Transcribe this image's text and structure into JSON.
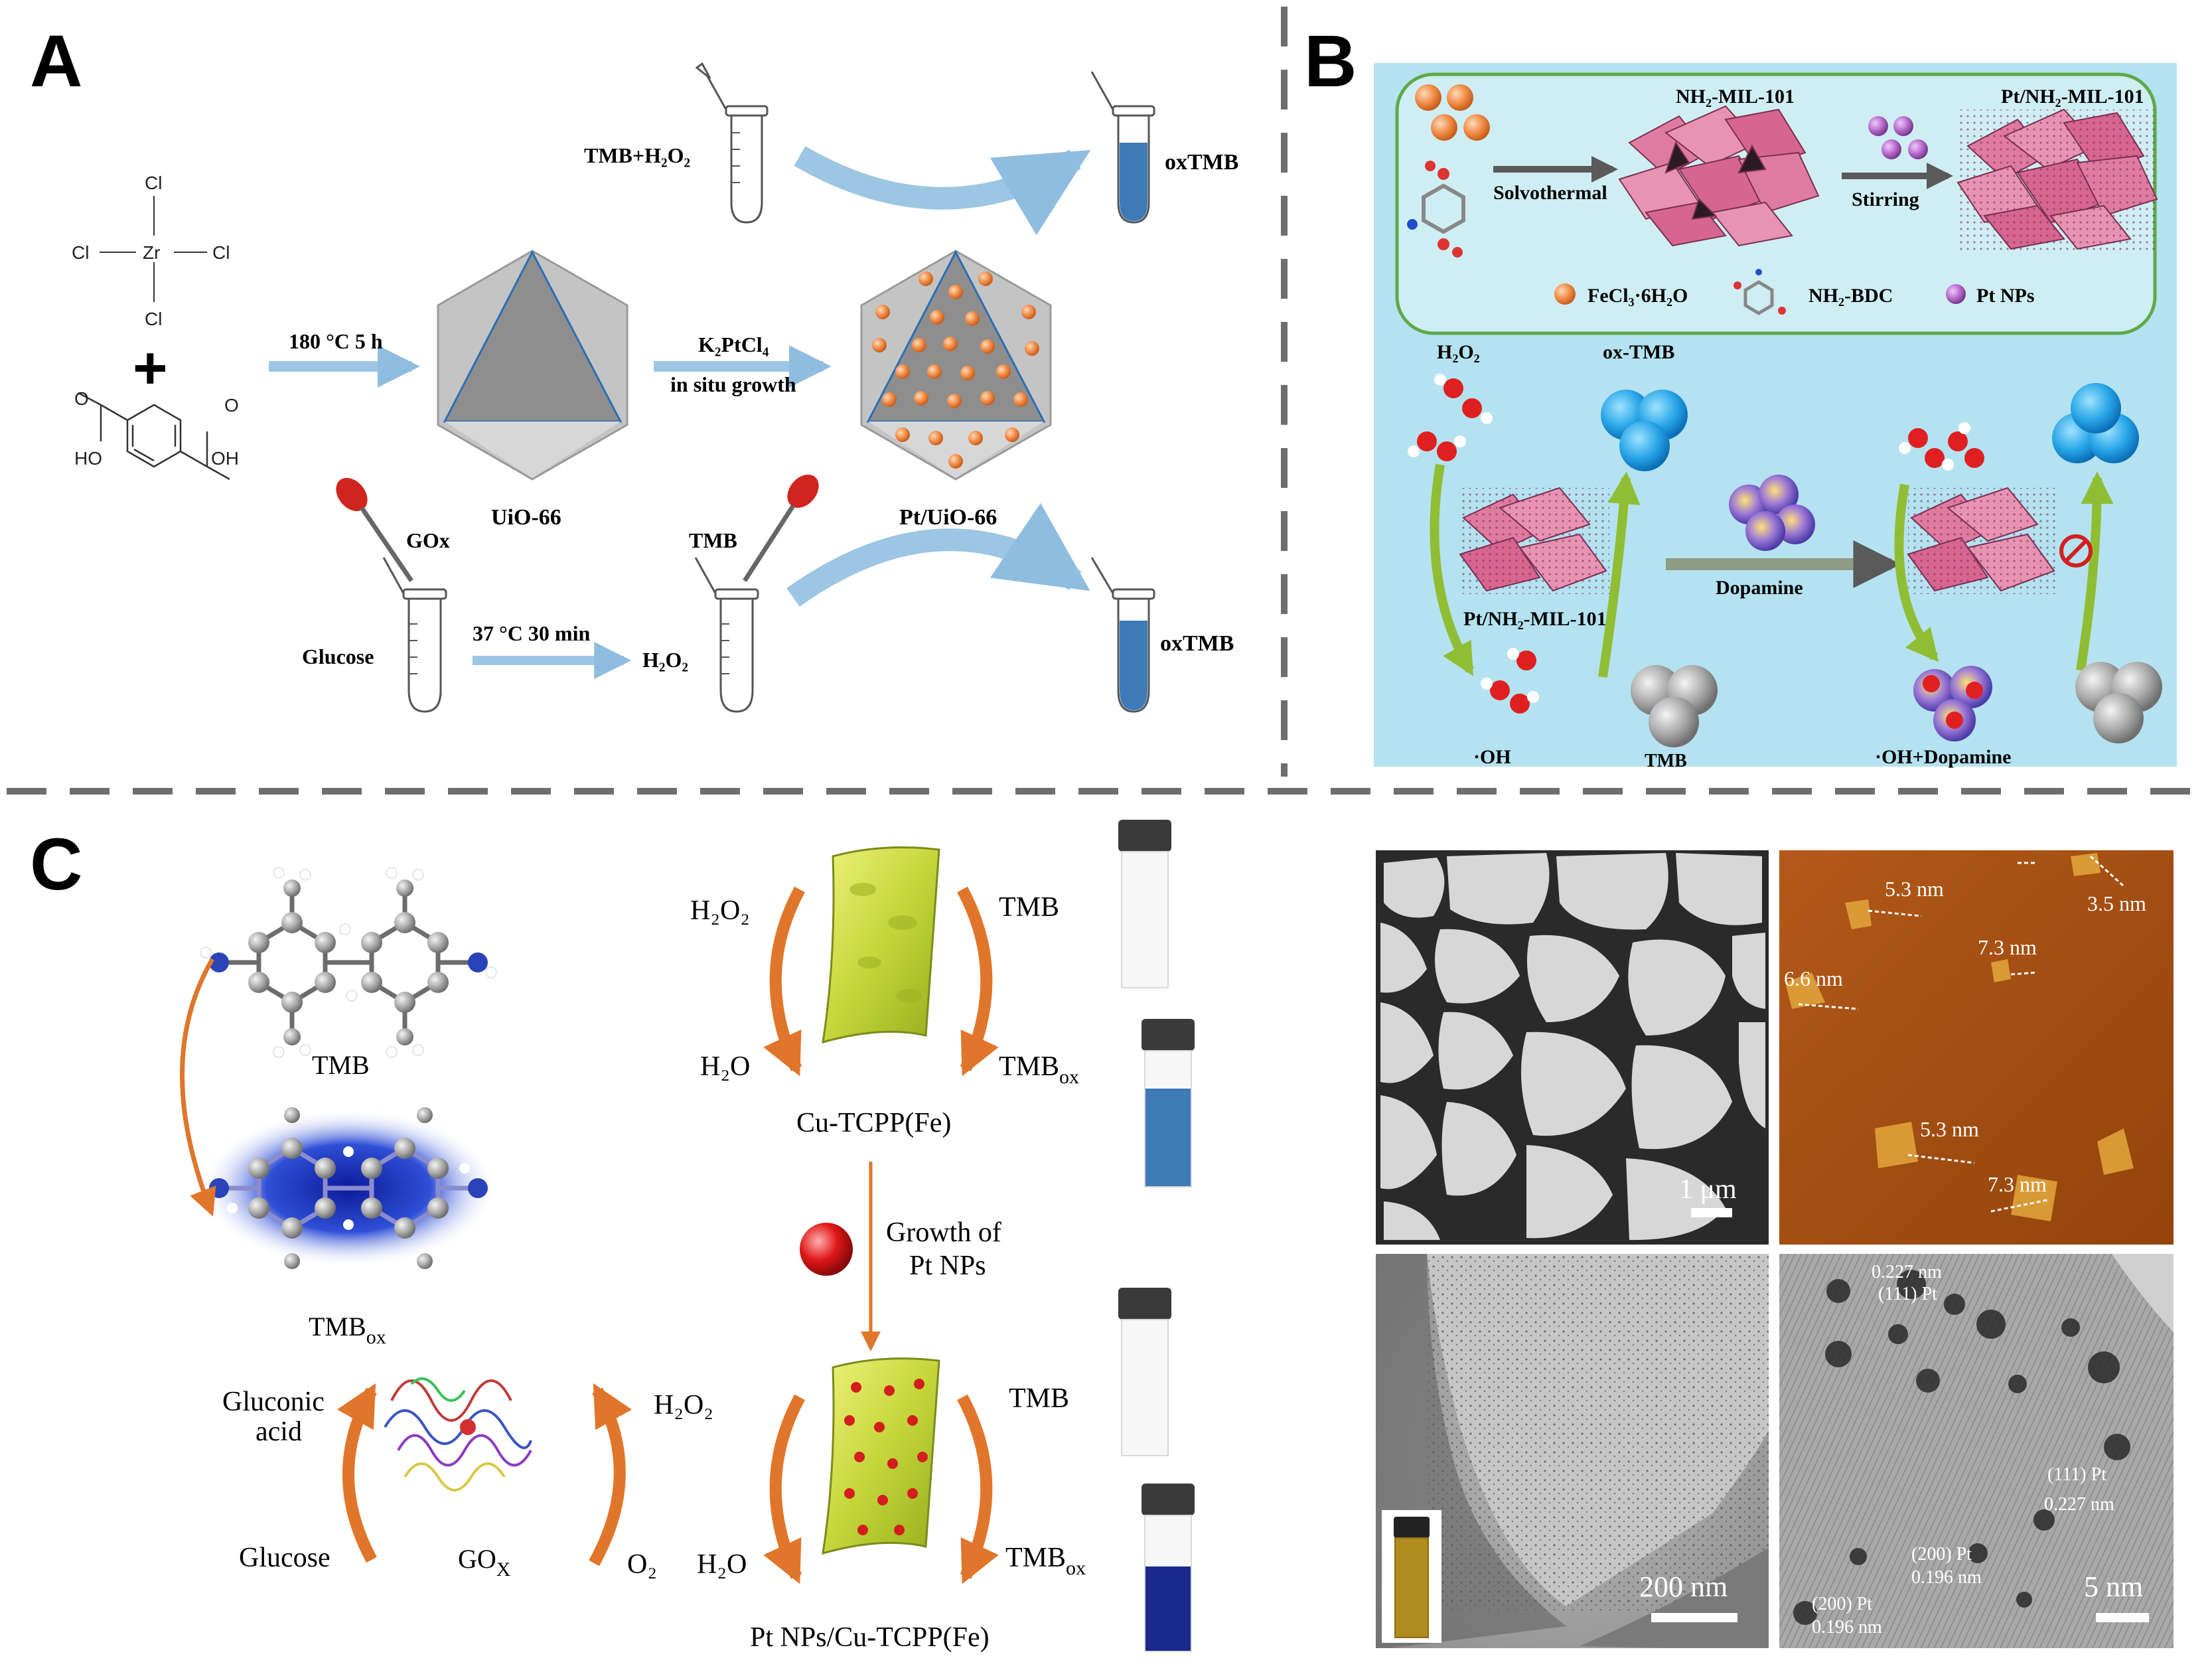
{
  "panel_letters": {
    "a": "A",
    "b": "B",
    "c": "C"
  },
  "panel_a": {
    "zrcl4": {
      "zr": "Zr",
      "cl": "Cl"
    },
    "plus": "+",
    "linker": {
      "ho": "HO",
      "oh": "OH",
      "o": "O"
    },
    "step1": "180 °C 5 h",
    "uio66": "UiO-66",
    "step2_line1": "K₂PtCl₄",
    "step2_line2": "in situ growth",
    "pt_uio66": "Pt/UiO-66",
    "tmb_h2o2": "TMB+H₂O₂",
    "oxtmb_top": "oxTMB",
    "gox": "GOx",
    "glucose": "Glucose",
    "step3": "37 °C 30 min",
    "h2o2": "H₂O₂",
    "tmb": "TMB",
    "oxtmb_bottom": "oxTMB"
  },
  "panel_b": {
    "mof": "NH₂-MIL-101",
    "pt_mof": "Pt/NH₂-MIL-101",
    "solvothermal": "Solvothermal",
    "stirring": "Stirring",
    "legend_fecl3": "FeCl₃·6H₂O",
    "legend_bdc": "NH₂-BDC",
    "legend_pt": "Pt NPs",
    "h2o2": "H₂O₂",
    "ox_tmb": "ox-TMB",
    "pt_mof_lower": "Pt/NH₂-MIL-101",
    "dopamine": "Dopamine",
    "oh": "·OH",
    "tmb": "TMB",
    "oh_dopamine": "·OH+Dopamine"
  },
  "panel_c": {
    "tmb": "TMB",
    "tmb_ox": "TMB",
    "ox_sub": "ox",
    "h2o2": "H₂O₂",
    "h2o": "H₂O",
    "tmb_right": "TMB",
    "tmbox_right": "TMB",
    "cu_tcpp": "Cu-TCPP(Fe)",
    "growth_line1": "Growth of",
    "growth_line2": "Pt NPs",
    "gluconic_line1": "Gluconic",
    "gluconic_line2": "acid",
    "glucose": "Glucose",
    "gox": "GO",
    "gox_sub": "X",
    "o2": "O₂",
    "pt_cu_tcpp": "Pt NPs/Cu-TCPP(Fe)"
  },
  "micrographs": {
    "scale_1um": "1 μm",
    "afm_labels": [
      "5.3 nm",
      "3.5 nm",
      "7.3 nm",
      "6.6 nm",
      "5.3 nm",
      "7.3 nm"
    ],
    "scale_200nm": "200 nm",
    "scale_5nm": "5 nm",
    "lattice": [
      "0.227 nm",
      "(111) Pt",
      "(111) Pt",
      "0.227 nm",
      "(200) Pt",
      "0.196 nm",
      "(200) Pt",
      "0.196 nm"
    ]
  },
  "colors": {
    "arrow_blue": "#9cc6e3",
    "arrow_orange": "#e0762b",
    "mof_pink": "#e07ba0",
    "pt_purple": "#b46ac8",
    "panel_b_bg": "#b4e2f0",
    "afm_bg": "#a8520f",
    "blue_solution": "#3e7ab8",
    "deep_blue": "#1a2a8c"
  }
}
